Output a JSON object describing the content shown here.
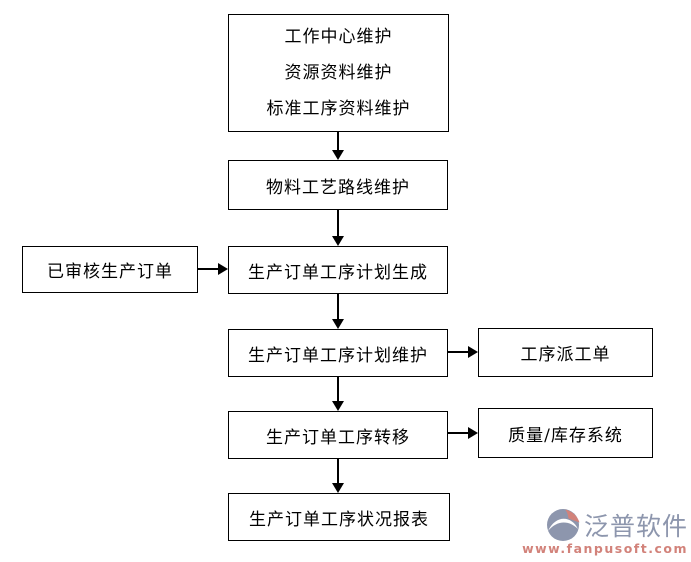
{
  "diagram": {
    "type": "flowchart",
    "background": "#ffffff",
    "line_color": "#000000",
    "box_background": "#ffffff",
    "nodes": [
      {
        "id": "master-data",
        "lines": [
          "工作中心维护",
          "资源资料维护",
          "标准工序资料维护"
        ]
      },
      {
        "id": "material-routing",
        "label": "物料工艺路线维护"
      },
      {
        "id": "approved-production-order",
        "label": "已审核生产订单"
      },
      {
        "id": "operation-plan-generation",
        "label": "生产订单工序计划生成"
      },
      {
        "id": "operation-plan-maintenance",
        "label": "生产订单工序计划维护"
      },
      {
        "id": "operation-dispatch-order",
        "label": "工序派工单"
      },
      {
        "id": "operation-transfer",
        "label": "生产订单工序转移"
      },
      {
        "id": "quality-inventory-system",
        "label": "质量/库存系统"
      },
      {
        "id": "operation-status-report",
        "label": "生产订单工序状况报表"
      }
    ],
    "edges": [
      {
        "from": "master-data",
        "to": "material-routing"
      },
      {
        "from": "material-routing",
        "to": "operation-plan-generation"
      },
      {
        "from": "approved-production-order",
        "to": "operation-plan-generation"
      },
      {
        "from": "operation-plan-generation",
        "to": "operation-plan-maintenance"
      },
      {
        "from": "operation-plan-maintenance",
        "to": "operation-dispatch-order"
      },
      {
        "from": "operation-plan-maintenance",
        "to": "operation-transfer"
      },
      {
        "from": "operation-transfer",
        "to": "quality-inventory-system"
      },
      {
        "from": "operation-transfer",
        "to": "operation-status-report"
      }
    ]
  },
  "watermark": {
    "brand": "泛普软件",
    "url": "www.fanpusoft.com",
    "brand_color": "#8d96ad",
    "url_color": "#d2827a"
  }
}
